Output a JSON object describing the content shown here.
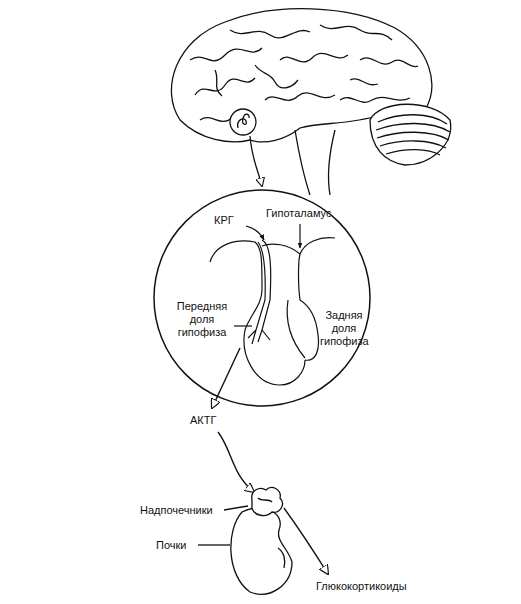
{
  "diagram": {
    "labels": [
      "КРГ",
      "Гипоталамус",
      "Передняя доля гипофиза",
      "Задняя доля гипофиза",
      "АКТГ",
      "Надпочечники",
      "Почки",
      "Глюкокортикоиды"
    ]
  }
}
